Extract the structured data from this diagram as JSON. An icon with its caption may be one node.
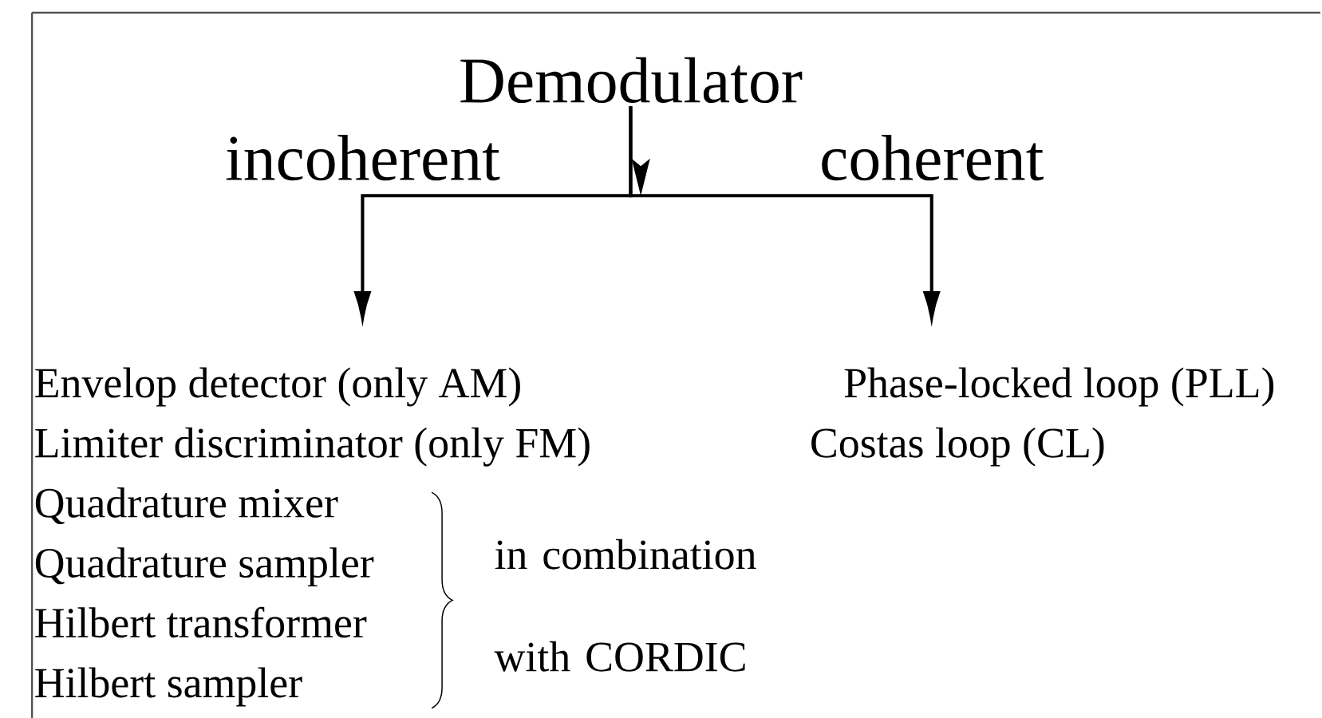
{
  "diagram": {
    "nodes": [
      {
        "text": [
          "Demodulator"
        ]
      },
      {
        "text": [
          "Envelop detector (only AM)",
          "Limiter discriminator (only FM)",
          "Quadrature mixer",
          "Quadrature sampler",
          "Hilbert transformer",
          "Hilbert sampler"
        ]
      },
      {
        "text": [
          "Phase-locked loop (PLL)",
          "Costas loop (CL)"
        ]
      }
    ],
    "edges": [
      {
        "from": 0,
        "to": 1,
        "arrow": "to",
        "label": "incoherent"
      },
      {
        "from": 0,
        "to": 2,
        "arrow": "to",
        "label": "coherent"
      }
    ],
    "labels": [
      "in combination with CORDIC"
    ]
  }
}
